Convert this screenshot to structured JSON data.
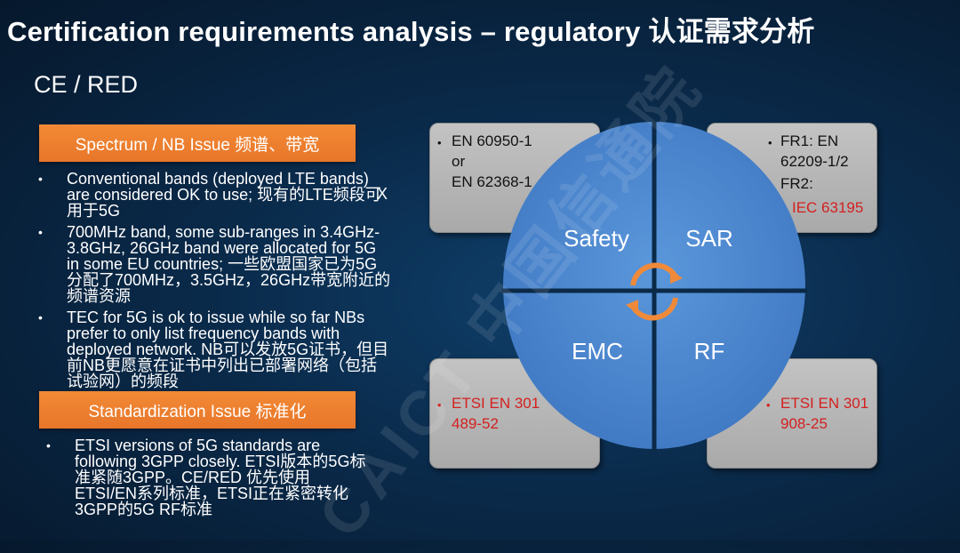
{
  "slide": {
    "title": "Certification requirements analysis – regulatory 认证需求分析",
    "subtitle": "CE / RED"
  },
  "spectrum": {
    "heading": "Spectrum / NB Issue 频谱、带宽",
    "bullets": [
      "Conventional bands (deployed LTE bands) are considered OK to use; 现有的LTE频段可用于5G",
      "700MHz band, some sub-ranges in 3.4GHz-3.8GHz, 26GHz band were allocated for 5G in some EU countries; 一些欧盟国家已为5G分配了700MHz，3.5GHz，26GHz带宽附近的频谱资源",
      "TEC for 5G is ok to issue while so far NBs prefer to only list frequency bands with deployed network. NB可以发放5G证书，但目前NB更愿意在证书中列出已部署网络（包括试验网）的频段"
    ],
    "mark": "X"
  },
  "standardization": {
    "heading": "Standardization Issue 标准化",
    "bullets": [
      "ETSI versions of 5G standards are following 3GPP closely. ETSI版本的5G标准紧随3GPP。CE/RED 优先使用ETSI/EN系列标准，ETSI正在紧密转化3GPP的5G RF标准"
    ]
  },
  "boxes": {
    "safety": {
      "bullet": "•",
      "line1": "EN 60950-1",
      "line2": "or",
      "line3": "EN 62368-1"
    },
    "sar": {
      "bullet1": "•",
      "line1": "FR1: EN",
      "line2": "62209-1/2",
      "bullet2": "•",
      "line3": "FR2:",
      "line4": "IEC 63195"
    },
    "emc": {
      "bullet": "•",
      "line1": "ETSI EN 301",
      "line2": "489-52"
    },
    "rf": {
      "bullet": "•",
      "line1": "ETSI EN 301",
      "line2": "908-25"
    }
  },
  "quadrants": {
    "tl": "Safety",
    "tr": "SAR",
    "bl": "EMC",
    "br": "RF"
  },
  "watermark": "CAICT 中国信通院",
  "colors": {
    "orange": "#ee8030",
    "circle_blue": "#4d88d0",
    "arrow_orange": "#f08a3a",
    "red_text": "#d42020"
  }
}
